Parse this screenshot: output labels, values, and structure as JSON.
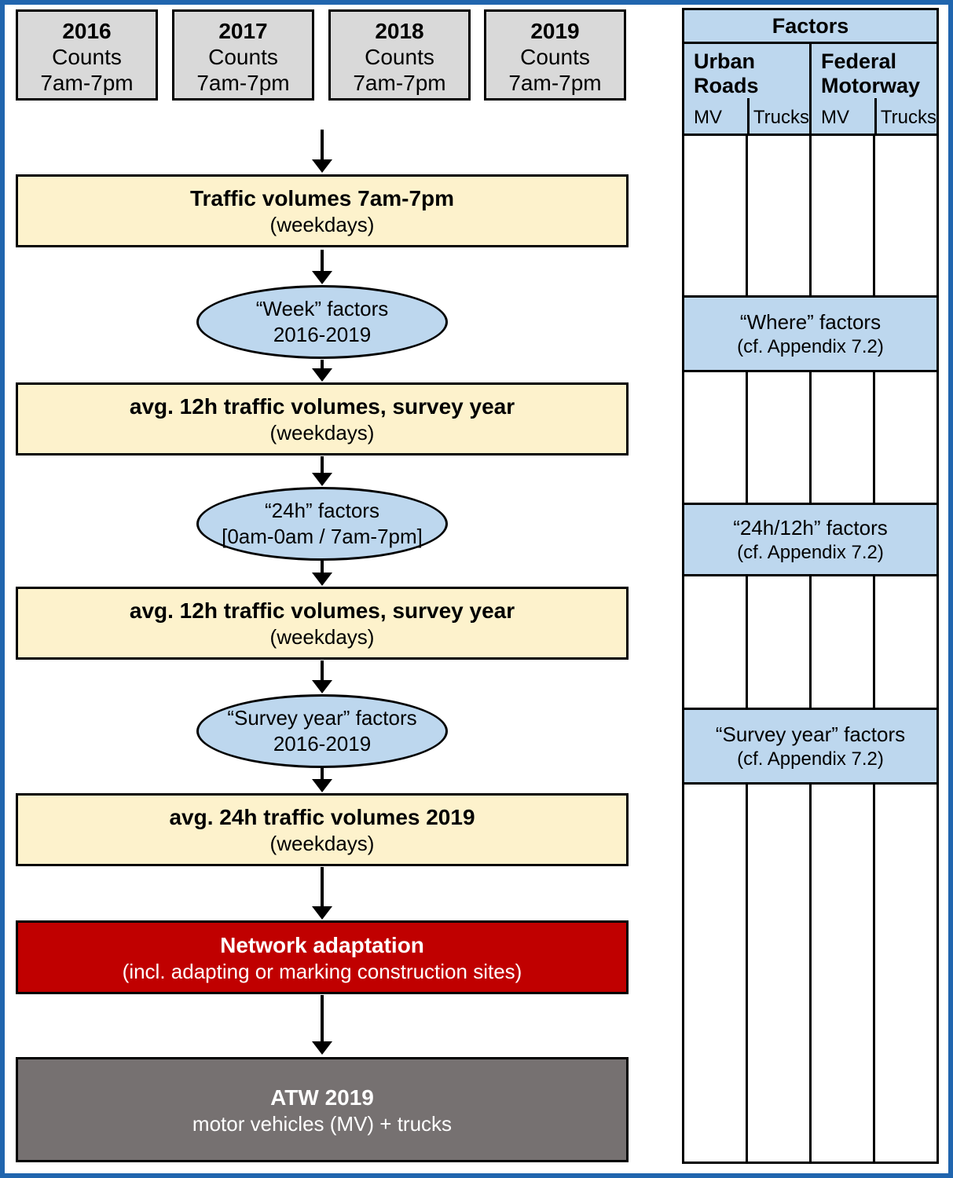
{
  "colors": {
    "frame_blue": "#2065AE",
    "light_blue": "#BDD7EE",
    "light_yellow": "#FDF2CC",
    "light_gray": "#D9D9D9",
    "dark_gray": "#767171",
    "red": "#C00000",
    "border_black": "#000000"
  },
  "flowchart": {
    "year_boxes": [
      {
        "year": "2016",
        "line2": "Counts",
        "line3": "7am-7pm"
      },
      {
        "year": "2017",
        "line2": "Counts",
        "line3": "7am-7pm"
      },
      {
        "year": "2018",
        "line2": "Counts",
        "line3": "7am-7pm"
      },
      {
        "year": "2019",
        "line2": "Counts",
        "line3": "7am-7pm"
      }
    ],
    "process_boxes": [
      {
        "title": "Traffic volumes 7am-7pm",
        "subtitle": "(weekdays)"
      },
      {
        "title": "avg. 12h traffic volumes, survey year",
        "subtitle": "(weekdays)"
      },
      {
        "title": "avg. 12h traffic volumes, survey year",
        "subtitle": "(weekdays)"
      },
      {
        "title": "avg. 24h traffic volumes 2019",
        "subtitle": "(weekdays)"
      }
    ],
    "factor_ellipses": [
      {
        "line1": "“Week” factors",
        "line2": "2016-2019"
      },
      {
        "line1": "“24h” factors",
        "line2": "[0am-0am / 7am-7pm]"
      },
      {
        "line1": "“Survey year” factors",
        "line2": "2016-2019"
      }
    ],
    "network_box": {
      "title": "Network adaptation",
      "subtitle": "(incl. adapting or marking construction sites)"
    },
    "result_box": {
      "title": "ATW 2019",
      "subtitle": "motor vehicles (MV) + trucks"
    }
  },
  "factors_table": {
    "title": "Factors",
    "groups": [
      {
        "label": "Urban Roads",
        "subcols": [
          "MV",
          "Trucks"
        ]
      },
      {
        "label": "Federal Motorway",
        "subcols": [
          "MV",
          "Trucks"
        ]
      }
    ],
    "factor_rows": [
      {
        "line1": "“Where” factors",
        "line2": "(cf. Appendix 7.2)"
      },
      {
        "line1": "“24h/12h” factors",
        "line2": "(cf. Appendix 7.2)"
      },
      {
        "line1": "“Survey year” factors",
        "line2": "(cf. Appendix 7.2)"
      }
    ]
  }
}
